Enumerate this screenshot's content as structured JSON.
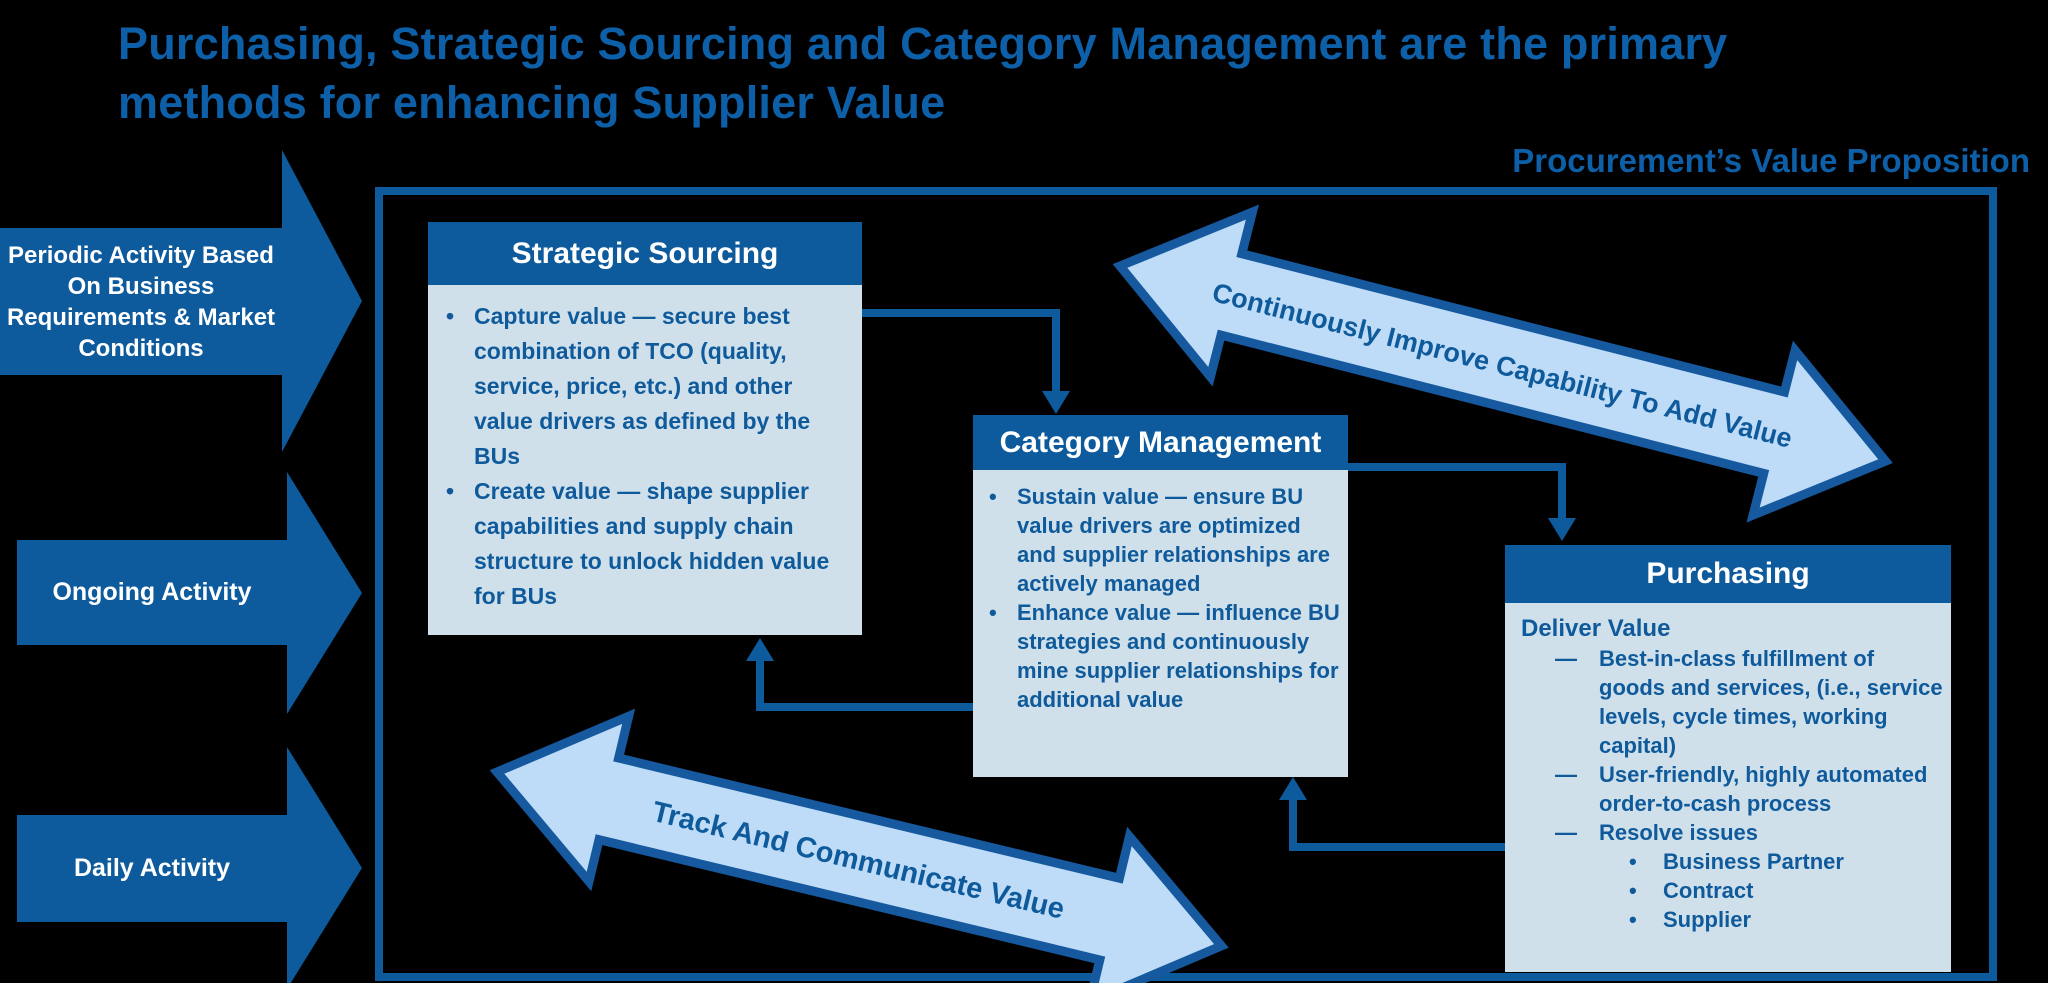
{
  "title": "Purchasing, Strategic Sourcing and Category Management are the primary\nmethods for enhancing Supplier Value",
  "corner_label": "Procurement’s Value Proposition",
  "markers": {
    "dot": "•",
    "dash": "—"
  },
  "side_arrows": [
    {
      "label": "Periodic Activity Based\nOn Business\nRequirements & Market\nConditions"
    },
    {
      "label": "Ongoing Activity"
    },
    {
      "label": "Daily Activity"
    }
  ],
  "boxes": {
    "strategic_sourcing": {
      "title": "Strategic Sourcing",
      "bullets": [
        "Capture value — secure best combination of TCO (quality, service, price, etc.) and other value drivers as defined by the BUs",
        "Create value — shape supplier capabilities and supply chain structure to unlock hidden value for BUs"
      ]
    },
    "category_management": {
      "title": "Category Management",
      "bullets": [
        "Sustain value — ensure BU value drivers are optimized and supplier relationships are actively managed",
        "Enhance value — influence BU strategies and continuously mine supplier relationships for additional value"
      ]
    },
    "purchasing": {
      "title": "Purchasing",
      "lead": "Deliver Value",
      "dash_bullets": [
        "Best-in-class fulfillment of goods and services, (i.e., service levels, cycle times, working capital)",
        "User-friendly, highly automated order-to-cash process",
        "Resolve issues"
      ],
      "dot_bullets": [
        "Business Partner",
        "Contract",
        "Supplier"
      ]
    }
  },
  "flow_arrows": [
    {
      "label": "Continuously Improve Capability To Add Value"
    },
    {
      "label": "Track And Communicate Value"
    }
  ],
  "colors": {
    "dark": "#0d5a9c",
    "panel": "#cfe0eb",
    "text": "#0f5a9b",
    "title": "#0d5fa8",
    "arrow-fill": "#bedcf8",
    "arrow-stroke": "#16599e"
  }
}
